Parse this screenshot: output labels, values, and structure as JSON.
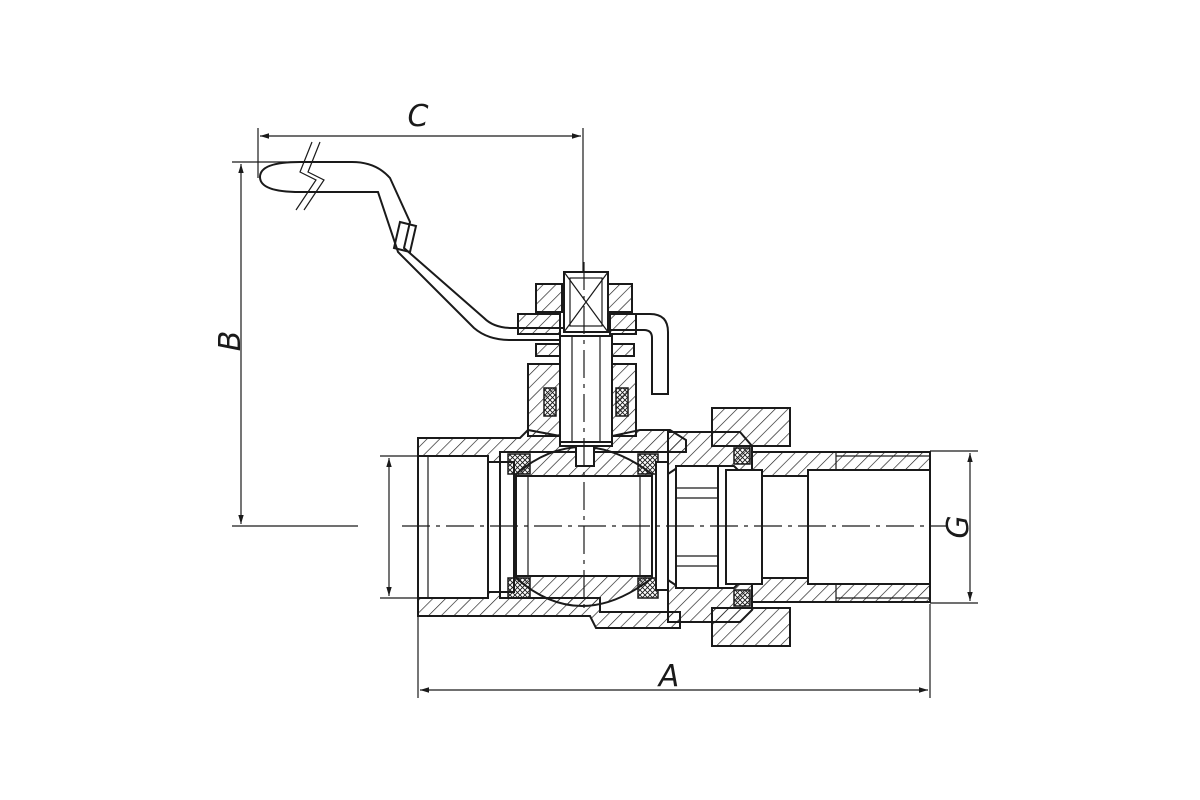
{
  "labels": {
    "a": "A",
    "b": "B",
    "c": "C",
    "g": "G"
  },
  "colors": {
    "line": "#1a1a1a",
    "background": "#ffffff"
  }
}
